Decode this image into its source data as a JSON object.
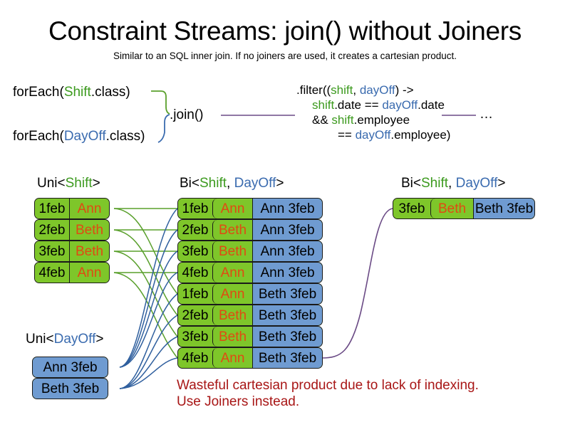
{
  "header": {
    "title": "Constraint Streams: join() without Joiners",
    "subtitle": "Similar to an SQL inner join. If no joiners are used, it creates a cartesian product."
  },
  "code": {
    "for_each_shift": {
      "prefix": "forEach(",
      "type": "Shift",
      "suffix": ".class)"
    },
    "for_each_dayoff": {
      "prefix": "forEach(",
      "type": "DayOff",
      "suffix": ".class)"
    },
    "join_label": ".join()",
    "ellipsis": "…",
    "filter": {
      "line1_prefix": ".filter((",
      "line1_arg1": "shift",
      "line1_comma": ", ",
      "line1_arg2": "dayOff",
      "line1_suffix": ") ->",
      "line2_a": "shift",
      "line2_b": ".date == ",
      "line2_c": "dayOff",
      "line2_d": ".date",
      "line3_a": "&& ",
      "line3_b": "shift",
      "line3_c": ".employee",
      "line4_a": "== ",
      "line4_b": "dayOff",
      "line4_c": ".employee)"
    }
  },
  "streams": {
    "uni_shift_caption": {
      "pre": "Uni<",
      "type": "Shift",
      "post": ">"
    },
    "bi_mid_caption": {
      "pre": "Bi<",
      "type1": "Shift",
      "mid": ", ",
      "type2": "DayOff",
      "post": ">"
    },
    "bi_right_caption": {
      "pre": "Bi<",
      "type1": "Shift",
      "mid": ", ",
      "type2": "DayOff",
      "post": ">"
    },
    "uni_dayoff_caption": {
      "pre": "Uni<",
      "type": "DayOff",
      "post": ">"
    }
  },
  "uni_shift_facts": [
    {
      "date": "1feb",
      "name": "Ann"
    },
    {
      "date": "2feb",
      "name": "Beth"
    },
    {
      "date": "3feb",
      "name": "Beth"
    },
    {
      "date": "4feb",
      "name": "Ann"
    }
  ],
  "uni_dayoff_facts": [
    {
      "label": "Ann 3feb"
    },
    {
      "label": "Beth 3feb"
    }
  ],
  "bi_facts": [
    {
      "date": "1feb",
      "name": "Ann",
      "dayoff": "Ann 3feb"
    },
    {
      "date": "2feb",
      "name": "Beth",
      "dayoff": "Ann 3feb"
    },
    {
      "date": "3feb",
      "name": "Beth",
      "dayoff": "Ann 3feb"
    },
    {
      "date": "4feb",
      "name": "Ann",
      "dayoff": "Ann 3feb"
    },
    {
      "date": "1feb",
      "name": "Ann",
      "dayoff": "Beth 3feb"
    },
    {
      "date": "2feb",
      "name": "Beth",
      "dayoff": "Beth 3feb"
    },
    {
      "date": "3feb",
      "name": "Beth",
      "dayoff": "Beth 3feb"
    },
    {
      "date": "4feb",
      "name": "Ann",
      "dayoff": "Beth 3feb"
    }
  ],
  "result_fact": {
    "date": "3feb",
    "name": "Beth",
    "dayoff": "Beth 3feb"
  },
  "warning": "Wasteful cartesian product due to lack of indexing.\nUse Joiners instead.",
  "colors": {
    "shift_green": "#3c9a1e",
    "dayoff_blue": "#3a6baf",
    "card_green": "#7ec62a",
    "card_blue": "#6f9bd1",
    "name_orange": "#e04a12",
    "warning_red": "#a81616",
    "link_green": "#5aa02c",
    "link_blue": "#2f5f9e",
    "link_purple": "#6a4a85"
  }
}
